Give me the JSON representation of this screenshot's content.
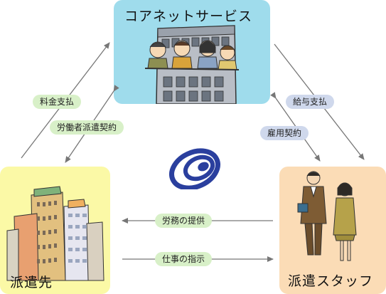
{
  "entities": {
    "company": "コアネットサービス",
    "client": "派遣先",
    "staff": "派遣スタッフ"
  },
  "relations": {
    "fee_payment": "料金支払",
    "dispatch_contract": "労働者派遣契約",
    "salary_payment": "給与支払",
    "employment_contract": "雇用契約",
    "labor_provision": "労務の提供",
    "work_instruction": "仕事の指示"
  },
  "colors": {
    "company_box": "#9fdcec",
    "client_box": "#fbf9a6",
    "staff_box": "#fbdcb6",
    "green_label": "#d8f0c8",
    "blue_label": "#cfd8ec",
    "arrow": "#777777",
    "logo": "#2a3f9e"
  }
}
